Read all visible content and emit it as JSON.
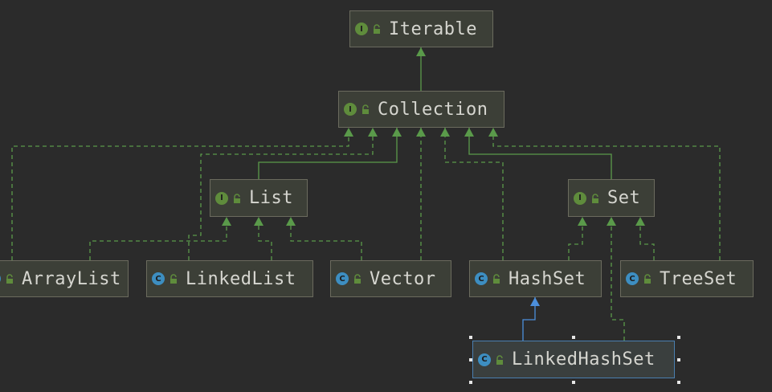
{
  "colors": {
    "interface_badge": "#5f8c3c",
    "class_badge": "#3d8ec1",
    "edge_green": "#5a9a4a",
    "edge_blue": "#4c8fdc"
  },
  "nodes": {
    "iterable": {
      "name": "Iterable",
      "kind": "interface",
      "badge": "I"
    },
    "collection": {
      "name": "Collection",
      "kind": "interface",
      "badge": "I"
    },
    "list": {
      "name": "List",
      "kind": "interface",
      "badge": "I"
    },
    "set": {
      "name": "Set",
      "kind": "interface",
      "badge": "I"
    },
    "arraylist": {
      "name": "ArrayList",
      "kind": "class",
      "badge": "C"
    },
    "linkedlist": {
      "name": "LinkedList",
      "kind": "class",
      "badge": "C"
    },
    "vector": {
      "name": "Vector",
      "kind": "class",
      "badge": "C"
    },
    "hashset": {
      "name": "HashSet",
      "kind": "class",
      "badge": "C"
    },
    "treeset": {
      "name": "TreeSet",
      "kind": "class",
      "badge": "C"
    },
    "linkedhashset": {
      "name": "LinkedHashSet",
      "kind": "class",
      "badge": "C",
      "selected": true
    }
  },
  "edges": [
    {
      "from": "collection",
      "to": "iterable",
      "type": "extends"
    },
    {
      "from": "list",
      "to": "collection",
      "type": "extends"
    },
    {
      "from": "set",
      "to": "collection",
      "type": "extends"
    },
    {
      "from": "arraylist",
      "to": "collection",
      "type": "implements"
    },
    {
      "from": "linkedlist",
      "to": "collection",
      "type": "implements"
    },
    {
      "from": "vector",
      "to": "collection",
      "type": "implements"
    },
    {
      "from": "hashset",
      "to": "collection",
      "type": "implements"
    },
    {
      "from": "treeset",
      "to": "collection",
      "type": "implements"
    },
    {
      "from": "arraylist",
      "to": "list",
      "type": "implements"
    },
    {
      "from": "linkedlist",
      "to": "list",
      "type": "implements"
    },
    {
      "from": "vector",
      "to": "list",
      "type": "implements"
    },
    {
      "from": "hashset",
      "to": "set",
      "type": "implements"
    },
    {
      "from": "treeset",
      "to": "set",
      "type": "implements"
    },
    {
      "from": "linkedhashset",
      "to": "set",
      "type": "implements"
    },
    {
      "from": "linkedhashset",
      "to": "hashset",
      "type": "extends-class"
    }
  ]
}
